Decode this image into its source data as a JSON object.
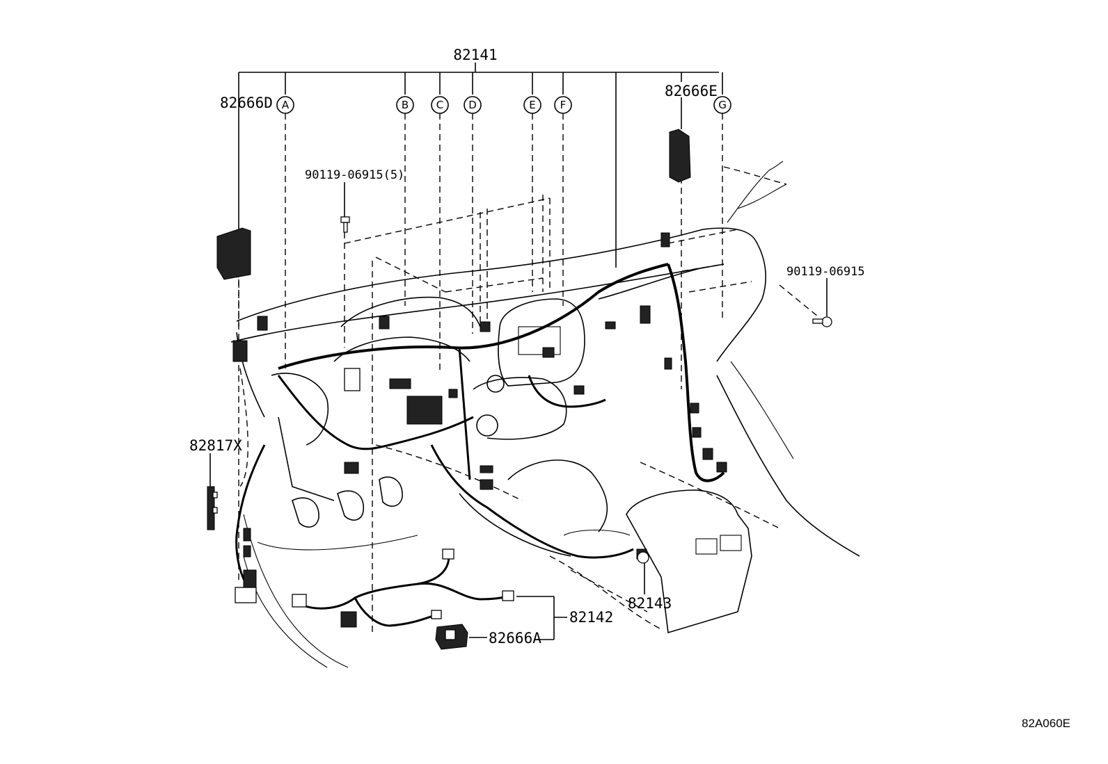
{
  "labels": {
    "main_harness": "82141",
    "protector_d": "82666D",
    "protector_e": "82666E",
    "bolt_top": "90119-06915(5)",
    "bolt_right": "90119-06915",
    "clamp": "82817X",
    "floor_wire": "82142",
    "protector_a": "82666A",
    "console_wire": "82143"
  },
  "callouts": [
    "A",
    "B",
    "C",
    "D",
    "E",
    "F",
    "G"
  ],
  "figure_code": "82A060E"
}
